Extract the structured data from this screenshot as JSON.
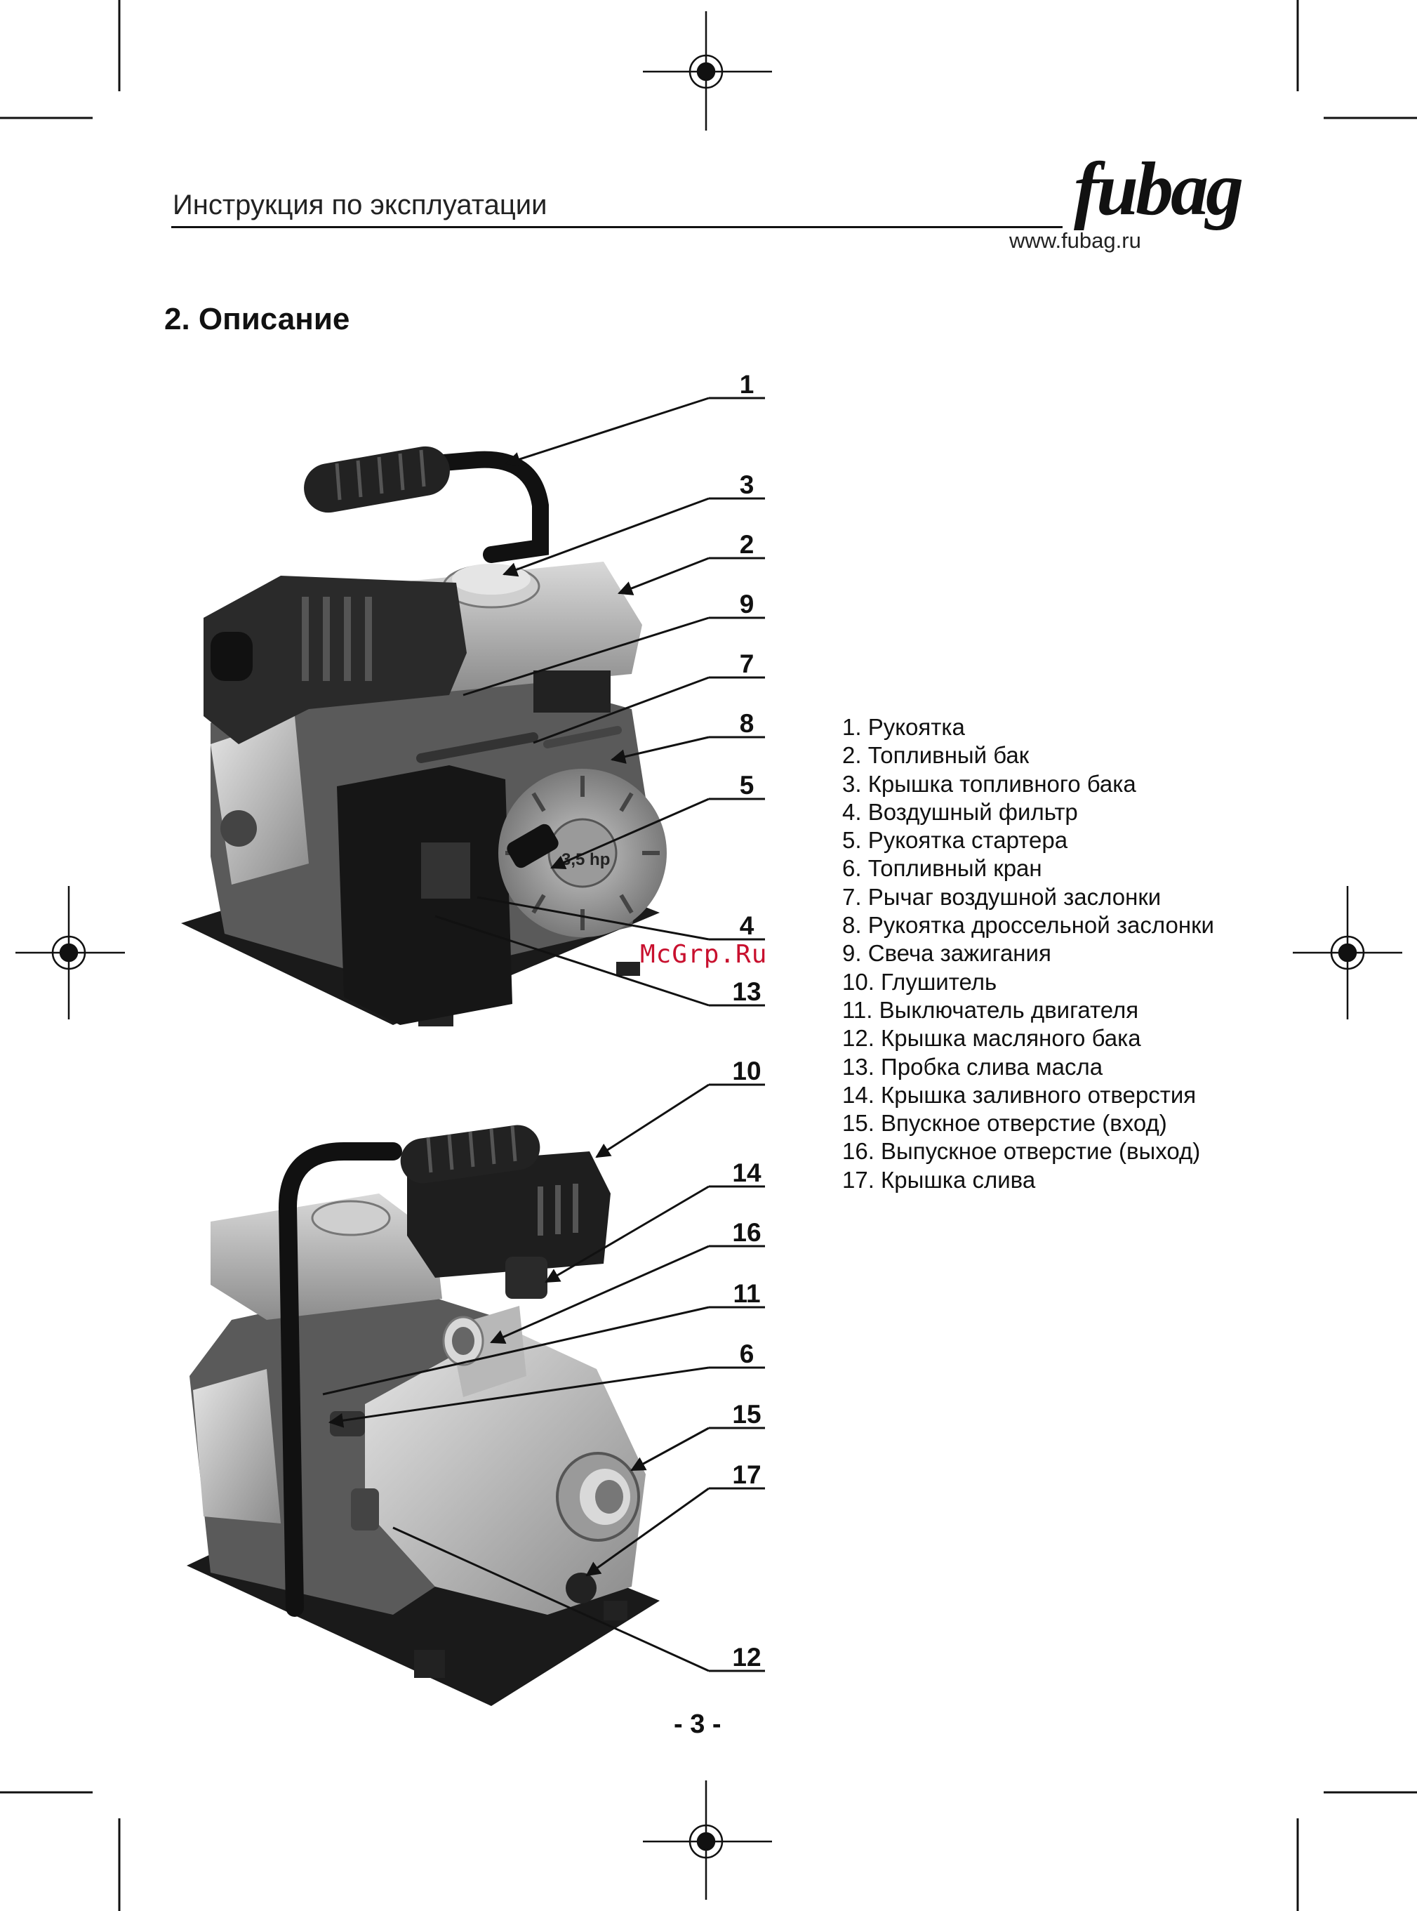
{
  "header": {
    "title": "Инструкция по эксплуатации",
    "logo_text": "fubag",
    "website": "www.fubag.ru"
  },
  "section": {
    "title": "2. Описание"
  },
  "figure": {
    "top_pump_callouts": [
      "1",
      "3",
      "2",
      "9",
      "7",
      "8",
      "5",
      "4",
      "13"
    ],
    "bottom_pump_callouts": [
      "10",
      "14",
      "16",
      "11",
      "6",
      "15",
      "17",
      "12"
    ],
    "engine_badge": "3,5 hp"
  },
  "legend": {
    "items": [
      "1. Рукоятка",
      "2. Топливный бак",
      "3. Крышка топливного бака",
      "4. Воздушный фильтр",
      "5. Рукоятка стартера",
      "6. Топливный кран",
      "7. Рычаг воздушной заслонки",
      "8. Рукоятка дроссельной заслонки",
      "9. Свеча зажигания",
      "10. Глушитель",
      "11. Выключатель двигателя",
      "12. Крышка масляного бака",
      "13. Пробка слива масла",
      "14. Крышка заливного отверстия",
      "15. Впускное отверстие (вход)",
      "16. Выпускное отверстие (выход)",
      "17. Крышка слива"
    ]
  },
  "watermark": "McGrp.Ru",
  "footer": {
    "page_number": "- 3 -"
  }
}
